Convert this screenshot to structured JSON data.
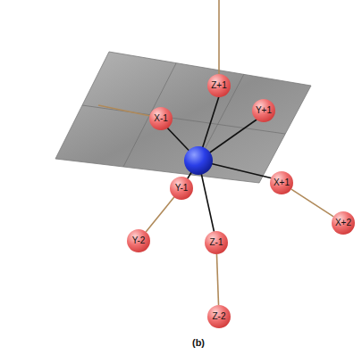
{
  "diagram": {
    "caption": "(b)",
    "nodes": [
      {
        "text": [
          "Z+1"
        ]
      },
      {
        "text": [
          "X-1"
        ]
      },
      {
        "text": [
          "Y+1"
        ]
      },
      {
        "text": [
          "Y-1"
        ]
      },
      {
        "text": [
          "X+1"
        ]
      },
      {
        "text": [
          "X+2"
        ]
      },
      {
        "text": [
          "Y-2"
        ]
      },
      {
        "text": [
          "Z-1"
        ]
      },
      {
        "text": [
          "Z-2"
        ]
      }
    ],
    "edges": [
      {
        "from": 4,
        "to": 5,
        "arrow": "none"
      },
      {
        "from": 3,
        "to": 6,
        "arrow": "none"
      },
      {
        "from": 7,
        "to": 8,
        "arrow": "none"
      }
    ]
  }
}
